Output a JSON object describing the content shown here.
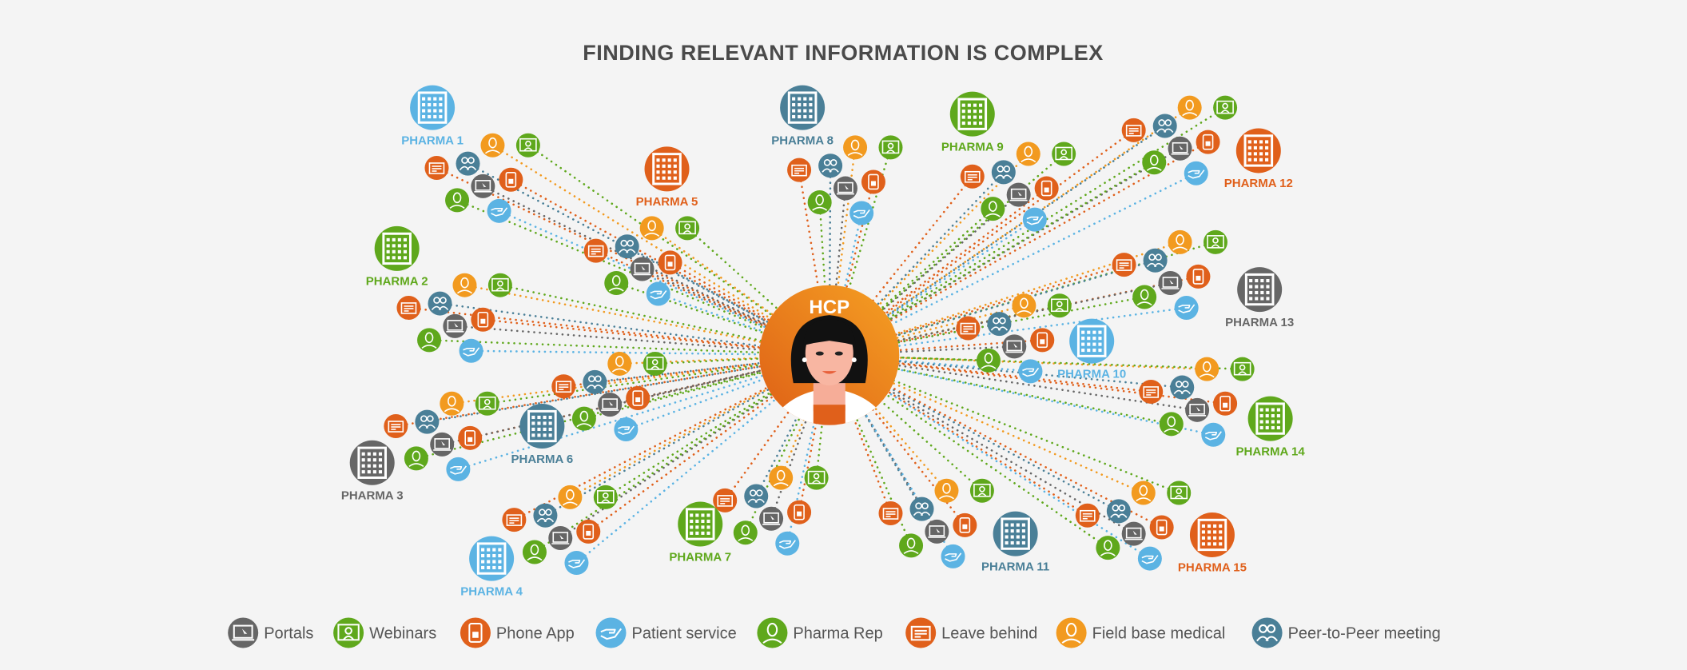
{
  "title": "FINDING RELEVANT INFORMATION IS COMPLEX",
  "center": {
    "label": "HCP",
    "color": "#ef8a1f"
  },
  "channels": [
    {
      "key": "portal",
      "label": "Portals",
      "color": "#666666",
      "icon": "laptop-cursor-icon"
    },
    {
      "key": "webinar",
      "label": "Webinars",
      "color": "#5fa81c",
      "icon": "webinar-screen-icon"
    },
    {
      "key": "phone",
      "label": "Phone App",
      "color": "#e0601b",
      "icon": "phone-app-icon"
    },
    {
      "key": "patient",
      "label": "Patient service",
      "color": "#5bb3e3",
      "icon": "hand-icon"
    },
    {
      "key": "rep",
      "label": "Pharma Rep",
      "color": "#5fa81c",
      "icon": "person-icon"
    },
    {
      "key": "leave",
      "label": "Leave behind",
      "color": "#e0601b",
      "icon": "document-icon"
    },
    {
      "key": "field",
      "label": "Field base medical",
      "color": "#f29a1f",
      "icon": "person-icon"
    },
    {
      "key": "peer",
      "label": "Peer-to-Peer meeting",
      "color": "#4a7f97",
      "icon": "group-icon"
    }
  ],
  "pharmas": [
    {
      "name": "PHARMA 1",
      "color": "#5bb3e3"
    },
    {
      "name": "PHARMA 2",
      "color": "#5fa81c"
    },
    {
      "name": "PHARMA 3",
      "color": "#666666"
    },
    {
      "name": "PHARMA 4",
      "color": "#5bb3e3"
    },
    {
      "name": "PHARMA 5",
      "color": "#e0601b"
    },
    {
      "name": "PHARMA 6",
      "color": "#4a7f97"
    },
    {
      "name": "PHARMA 7",
      "color": "#5fa81c"
    },
    {
      "name": "PHARMA 8",
      "color": "#4a7f97"
    },
    {
      "name": "PHARMA 9",
      "color": "#5fa81c"
    },
    {
      "name": "PHARMA 10",
      "color": "#5bb3e3"
    },
    {
      "name": "PHARMA 11",
      "color": "#4a7f97"
    },
    {
      "name": "PHARMA 12",
      "color": "#e0601b"
    },
    {
      "name": "PHARMA 13",
      "color": "#666666"
    },
    {
      "name": "PHARMA 14",
      "color": "#5fa81c"
    },
    {
      "name": "PHARMA 15",
      "color": "#e0601b"
    }
  ]
}
